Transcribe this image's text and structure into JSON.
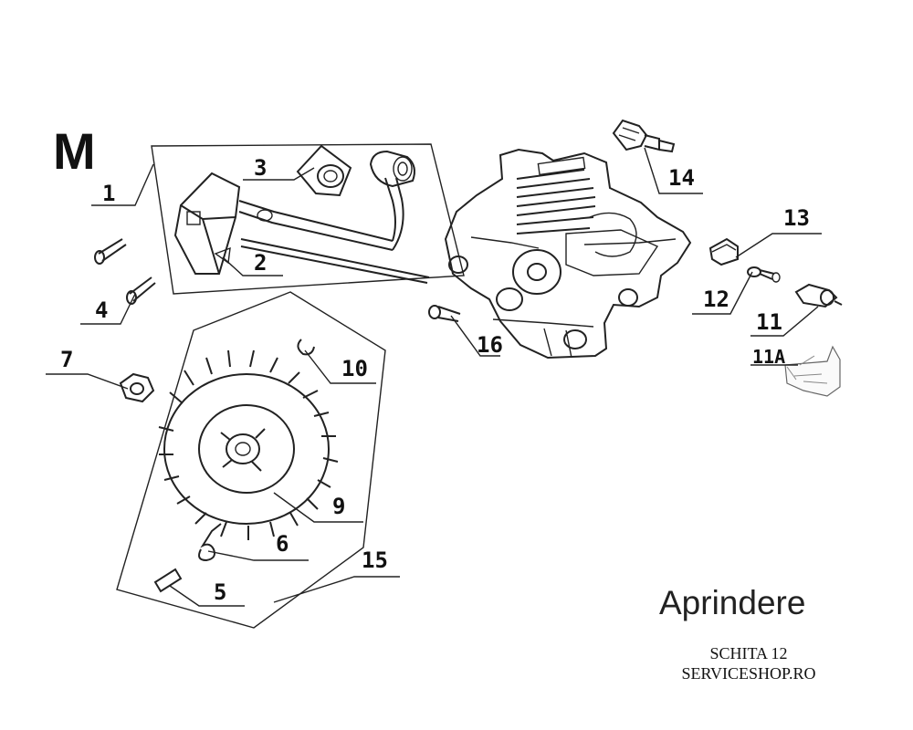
{
  "section_letter": "M",
  "title": "Aprindere",
  "caption": {
    "line1": "SCHITA 12",
    "line2": "SERVICESHOP.RO"
  },
  "callouts": [
    "1",
    "2",
    "3",
    "4",
    "5",
    "6",
    "7",
    "9",
    "10",
    "11",
    "11A",
    "12",
    "13",
    "14",
    "15",
    "16"
  ]
}
